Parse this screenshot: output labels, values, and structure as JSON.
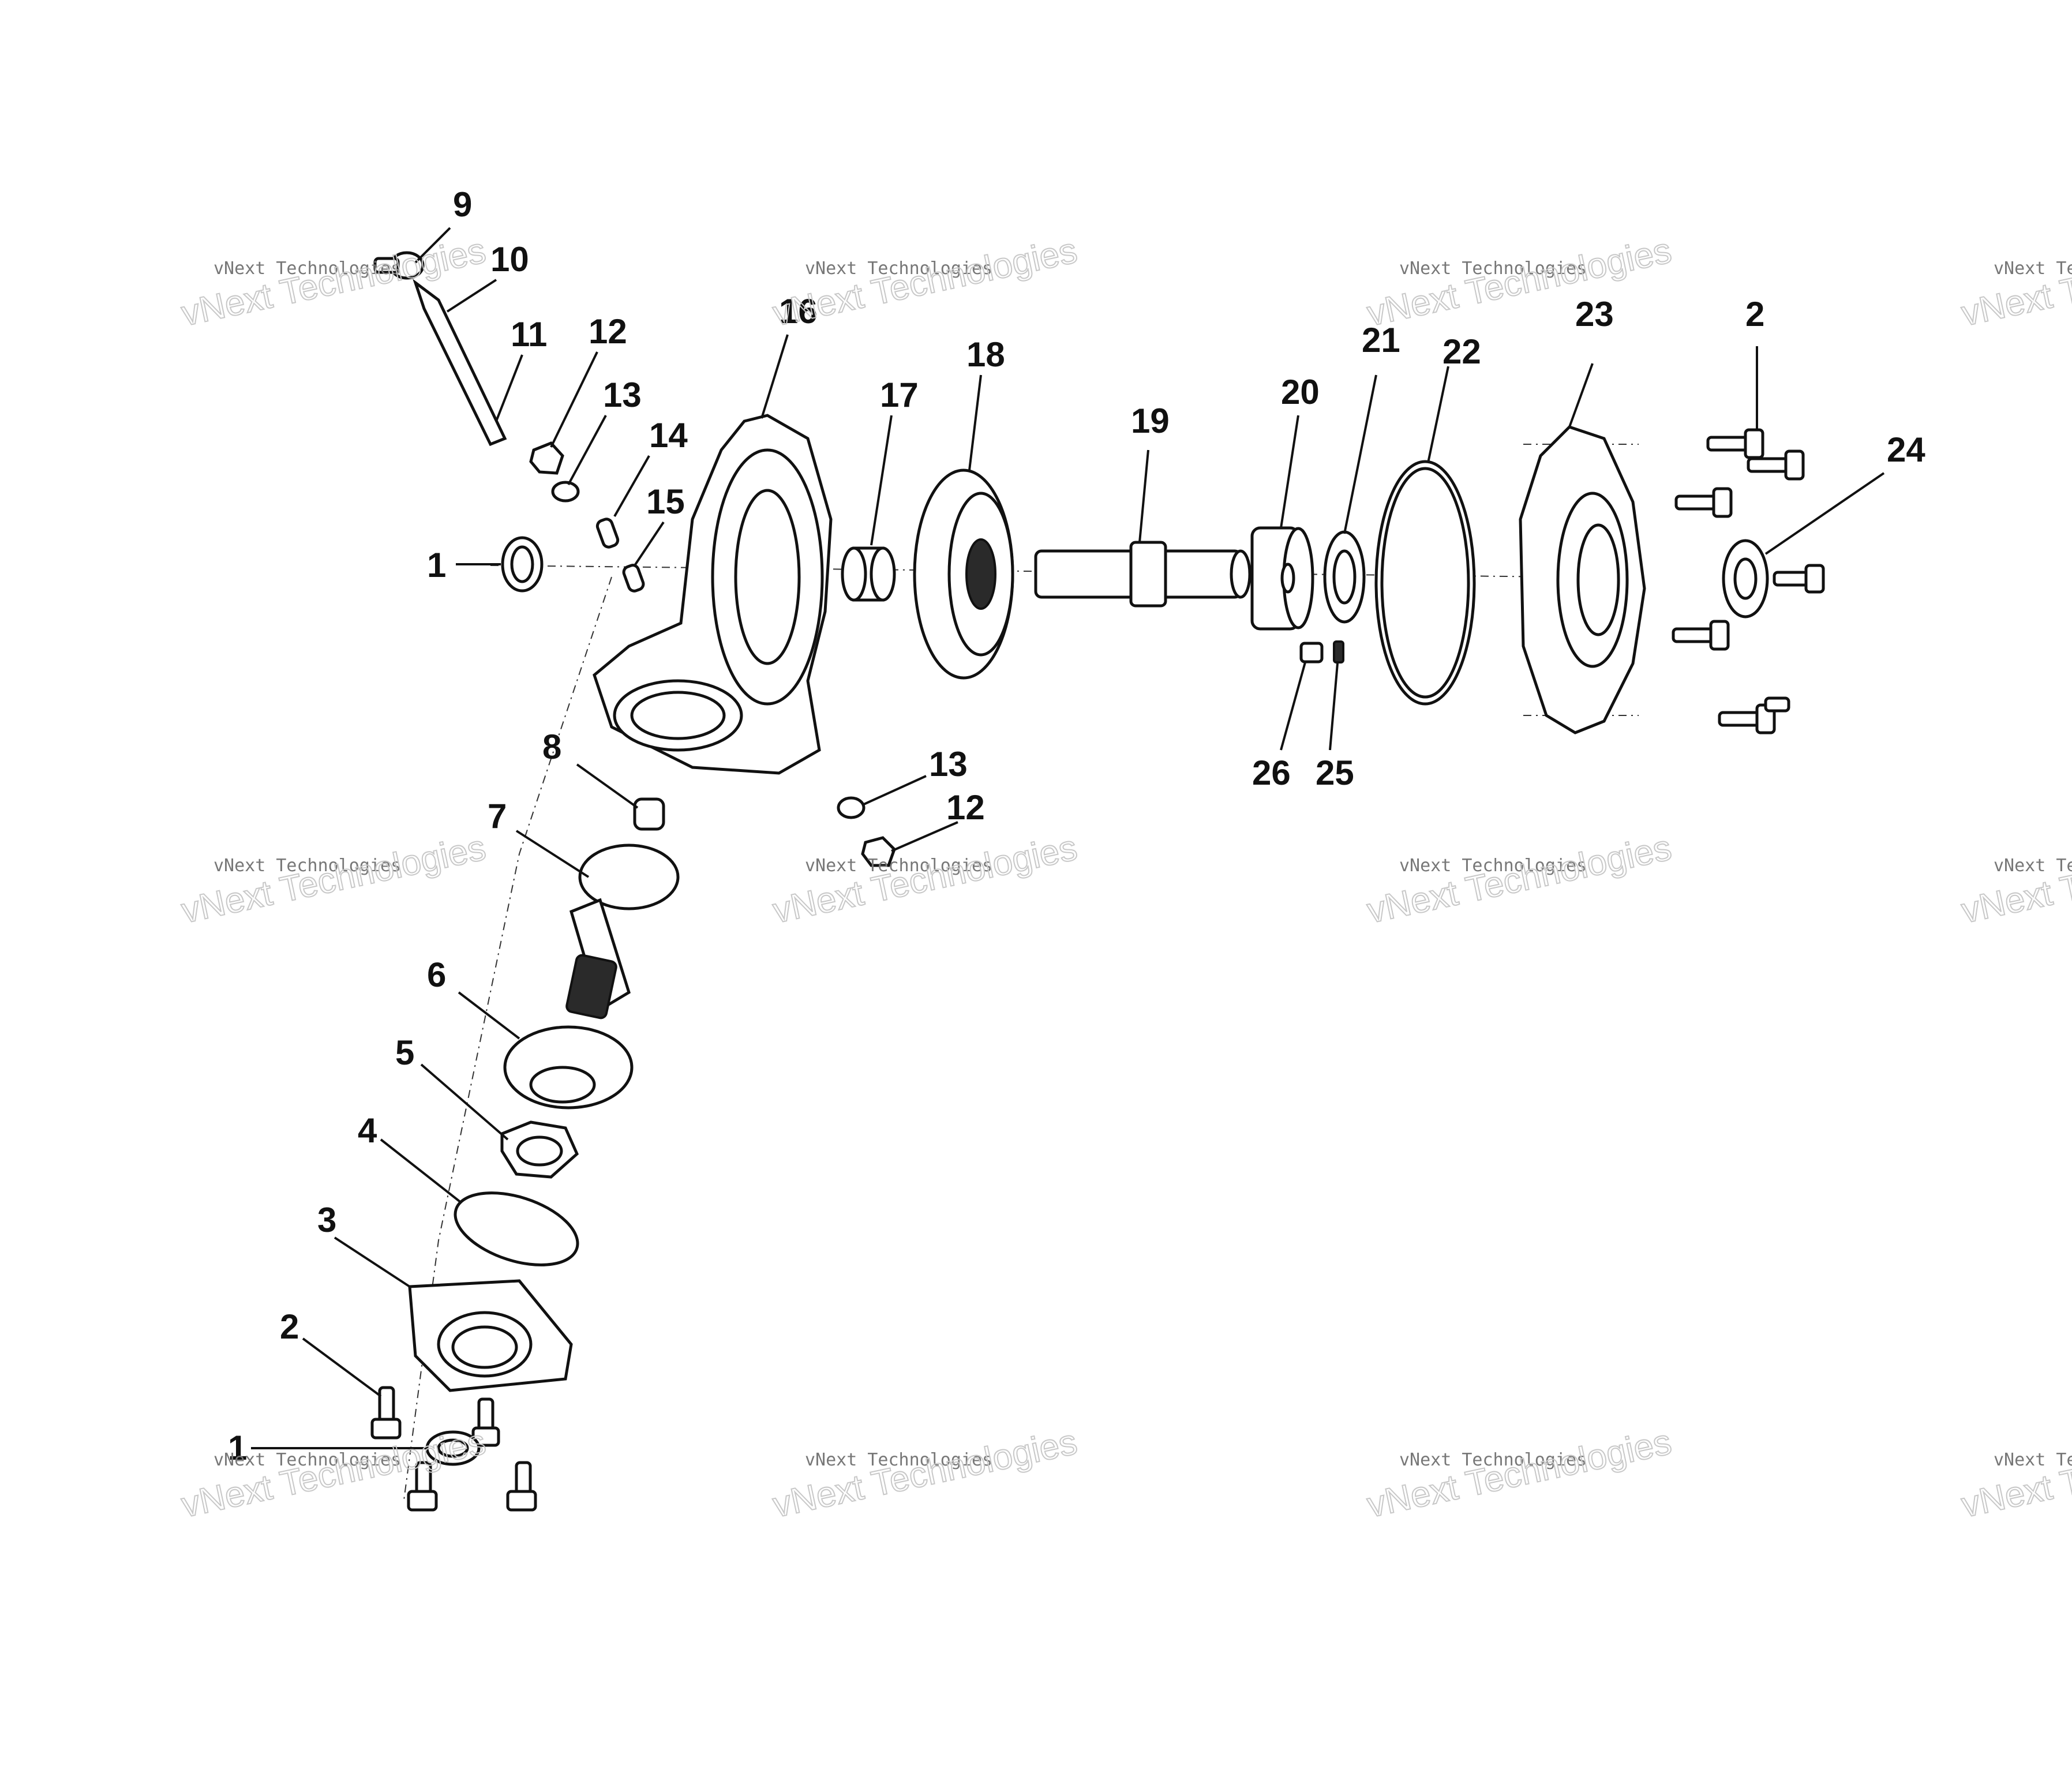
{
  "diagram": {
    "callouts": [
      "1",
      "2",
      "3",
      "4",
      "5",
      "6",
      "7",
      "8",
      "9",
      "10",
      "11",
      "12",
      "13",
      "14",
      "15",
      "16",
      "17",
      "18",
      "19",
      "20",
      "21",
      "22",
      "23",
      "24",
      "25",
      "26"
    ],
    "watermark": {
      "small": "vNext Technologies",
      "big": "vNext Technologies"
    }
  }
}
